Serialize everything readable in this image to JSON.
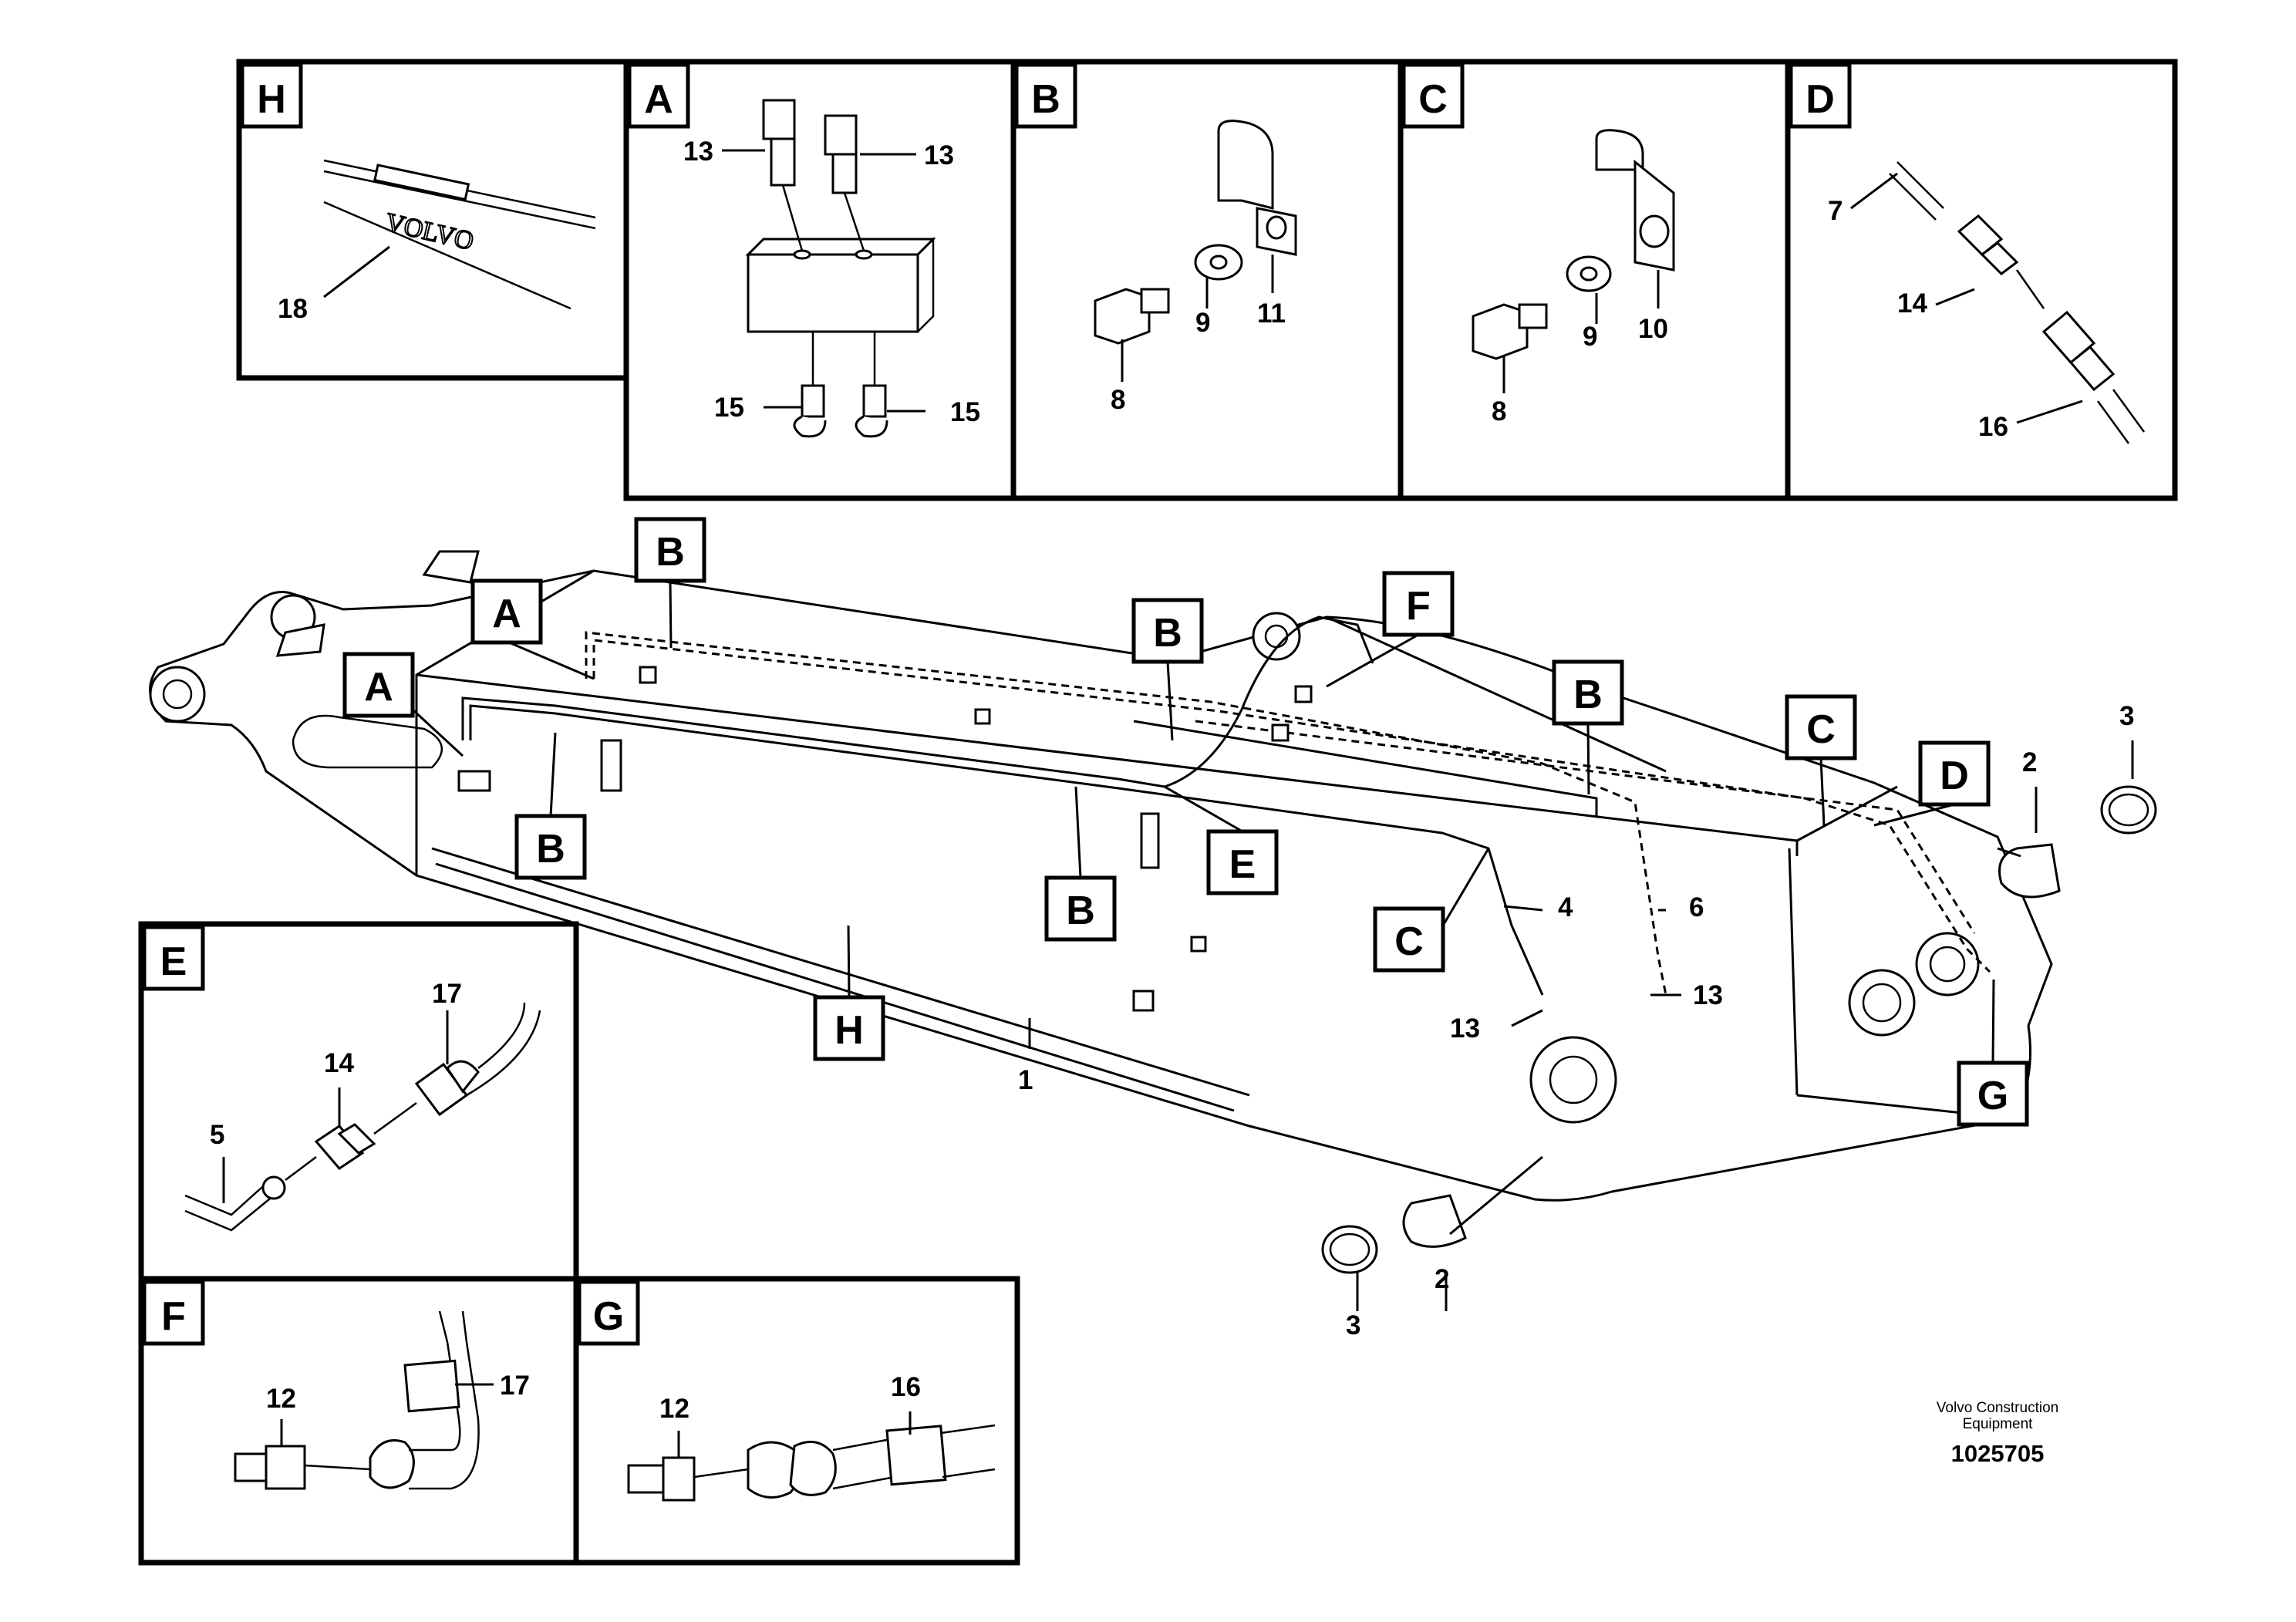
{
  "footer": {
    "maker_line1": "Volvo Construction",
    "maker_line2": "Equipment",
    "code": "1025705"
  },
  "boxes": {
    "H": {
      "letter": "H",
      "labels": [
        "18"
      ],
      "logo": "VOLVO"
    },
    "A": {
      "letter": "A",
      "labels": [
        "13",
        "13",
        "15",
        "15"
      ]
    },
    "B": {
      "letter": "B",
      "labels": [
        "8",
        "9",
        "11"
      ]
    },
    "C": {
      "letter": "C",
      "labels": [
        "8",
        "9",
        "10"
      ]
    },
    "D": {
      "letter": "D",
      "labels": [
        "7",
        "14",
        "16"
      ]
    },
    "E": {
      "letter": "E",
      "labels": [
        "5",
        "14",
        "17"
      ]
    },
    "F": {
      "letter": "F",
      "labels": [
        "12",
        "17"
      ]
    },
    "G": {
      "letter": "G",
      "labels": [
        "12",
        "16"
      ]
    }
  },
  "main_labels": [
    "1",
    "2",
    "2",
    "3",
    "3",
    "4",
    "6",
    "13",
    "13"
  ],
  "callouts": [
    "A",
    "A",
    "B",
    "B",
    "B",
    "B",
    "B",
    "C",
    "C",
    "D",
    "E",
    "F",
    "G",
    "H"
  ]
}
